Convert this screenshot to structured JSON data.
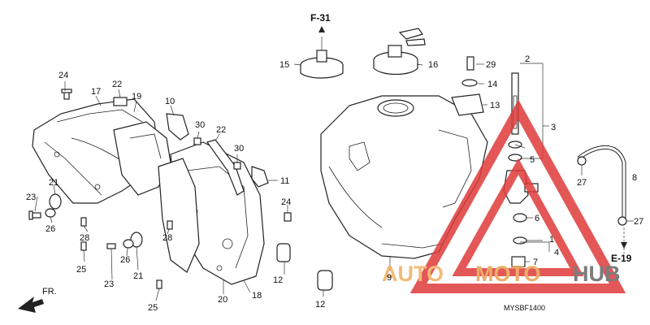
{
  "diagram": {
    "part_code": "MYSBF1400",
    "ref_labels": {
      "top": "F-31",
      "bottom_right": "E-19"
    },
    "front_label": "FR.",
    "callouts": [
      {
        "id": "c1",
        "text": "1"
      },
      {
        "id": "c2",
        "text": "2"
      },
      {
        "id": "c3",
        "text": "3"
      },
      {
        "id": "c4",
        "text": "4"
      },
      {
        "id": "c5",
        "text": "5"
      },
      {
        "id": "c6",
        "text": "6"
      },
      {
        "id": "c7",
        "text": "7"
      },
      {
        "id": "c8",
        "text": "8"
      },
      {
        "id": "c9",
        "text": "9"
      },
      {
        "id": "c10",
        "text": "10"
      },
      {
        "id": "c11",
        "text": "11"
      },
      {
        "id": "c12a",
        "text": "12"
      },
      {
        "id": "c12b",
        "text": "12"
      },
      {
        "id": "c13",
        "text": "13"
      },
      {
        "id": "c14",
        "text": "14"
      },
      {
        "id": "c15",
        "text": "15"
      },
      {
        "id": "c16",
        "text": "16"
      },
      {
        "id": "c17",
        "text": "17"
      },
      {
        "id": "c18",
        "text": "18"
      },
      {
        "id": "c19",
        "text": "19"
      },
      {
        "id": "c20",
        "text": "20"
      },
      {
        "id": "c21a",
        "text": "21"
      },
      {
        "id": "c21b",
        "text": "21"
      },
      {
        "id": "c22a",
        "text": "22"
      },
      {
        "id": "c22b",
        "text": "22"
      },
      {
        "id": "c23a",
        "text": "23"
      },
      {
        "id": "c23b",
        "text": "23"
      },
      {
        "id": "c24a",
        "text": "24"
      },
      {
        "id": "c24b",
        "text": "24"
      },
      {
        "id": "c25a",
        "text": "25"
      },
      {
        "id": "c25b",
        "text": "25"
      },
      {
        "id": "c26a",
        "text": "26"
      },
      {
        "id": "c26b",
        "text": "26"
      },
      {
        "id": "c27a",
        "text": "27"
      },
      {
        "id": "c27b",
        "text": "27"
      },
      {
        "id": "c28a",
        "text": "28"
      },
      {
        "id": "c28b",
        "text": "28"
      },
      {
        "id": "c29",
        "text": "29"
      },
      {
        "id": "c30a",
        "text": "30"
      },
      {
        "id": "c30b",
        "text": "30"
      }
    ]
  },
  "watermark": {
    "auto": "AUTO",
    "moto": "MOTO",
    "hub": "HUB",
    "colors": {
      "triangle": "#e03a3a",
      "auto": "#f0b060",
      "moto": "#e8a050",
      "hub": "#666666"
    }
  }
}
